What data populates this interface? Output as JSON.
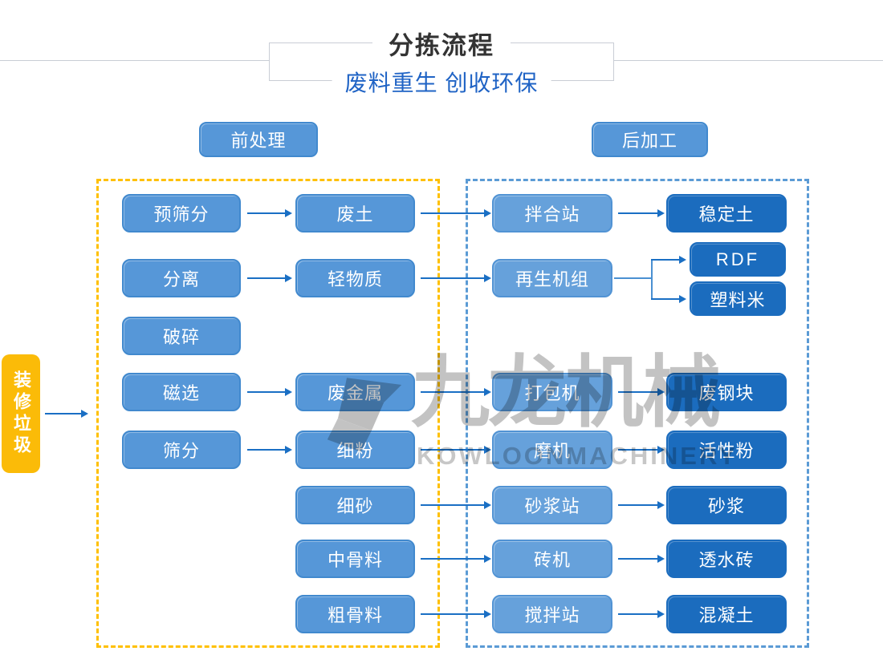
{
  "header": {
    "title": "分拣流程",
    "subtitle": "废料重生 创收环保"
  },
  "stage_tags": {
    "pre": "前处理",
    "post": "后加工"
  },
  "source": {
    "label": "装修垃圾"
  },
  "flow": {
    "process": [
      "预筛分",
      "分离",
      "破碎",
      "磁选",
      "筛分"
    ],
    "materials": [
      "废土",
      "轻物质",
      "废金属",
      "细粉",
      "细砂",
      "中骨料",
      "粗骨料"
    ],
    "machines": [
      "拌合站",
      "再生机组",
      "打包机",
      "磨机",
      "砂浆站",
      "砖机",
      "搅拌站"
    ],
    "products": [
      "稳定土",
      "RDF",
      "塑料米",
      "废钢块",
      "活性粉",
      "砂浆",
      "透水砖",
      "混凝土"
    ]
  },
  "watermark": {
    "cn": "九龙机械",
    "en": "KOWLOONMACHINERY"
  },
  "colors": {
    "light_blue": "#5697D8",
    "machine_blue": "#66A1DB",
    "dark_blue": "#1B6CBE",
    "source_yellow": "#FBBB08",
    "dashed_yellow": "#FFC000",
    "dashed_blue": "#5B9BD5",
    "arrow_blue": "#1A6FC4",
    "subtitle_blue": "#1F63C5",
    "title_gray": "#333333"
  }
}
